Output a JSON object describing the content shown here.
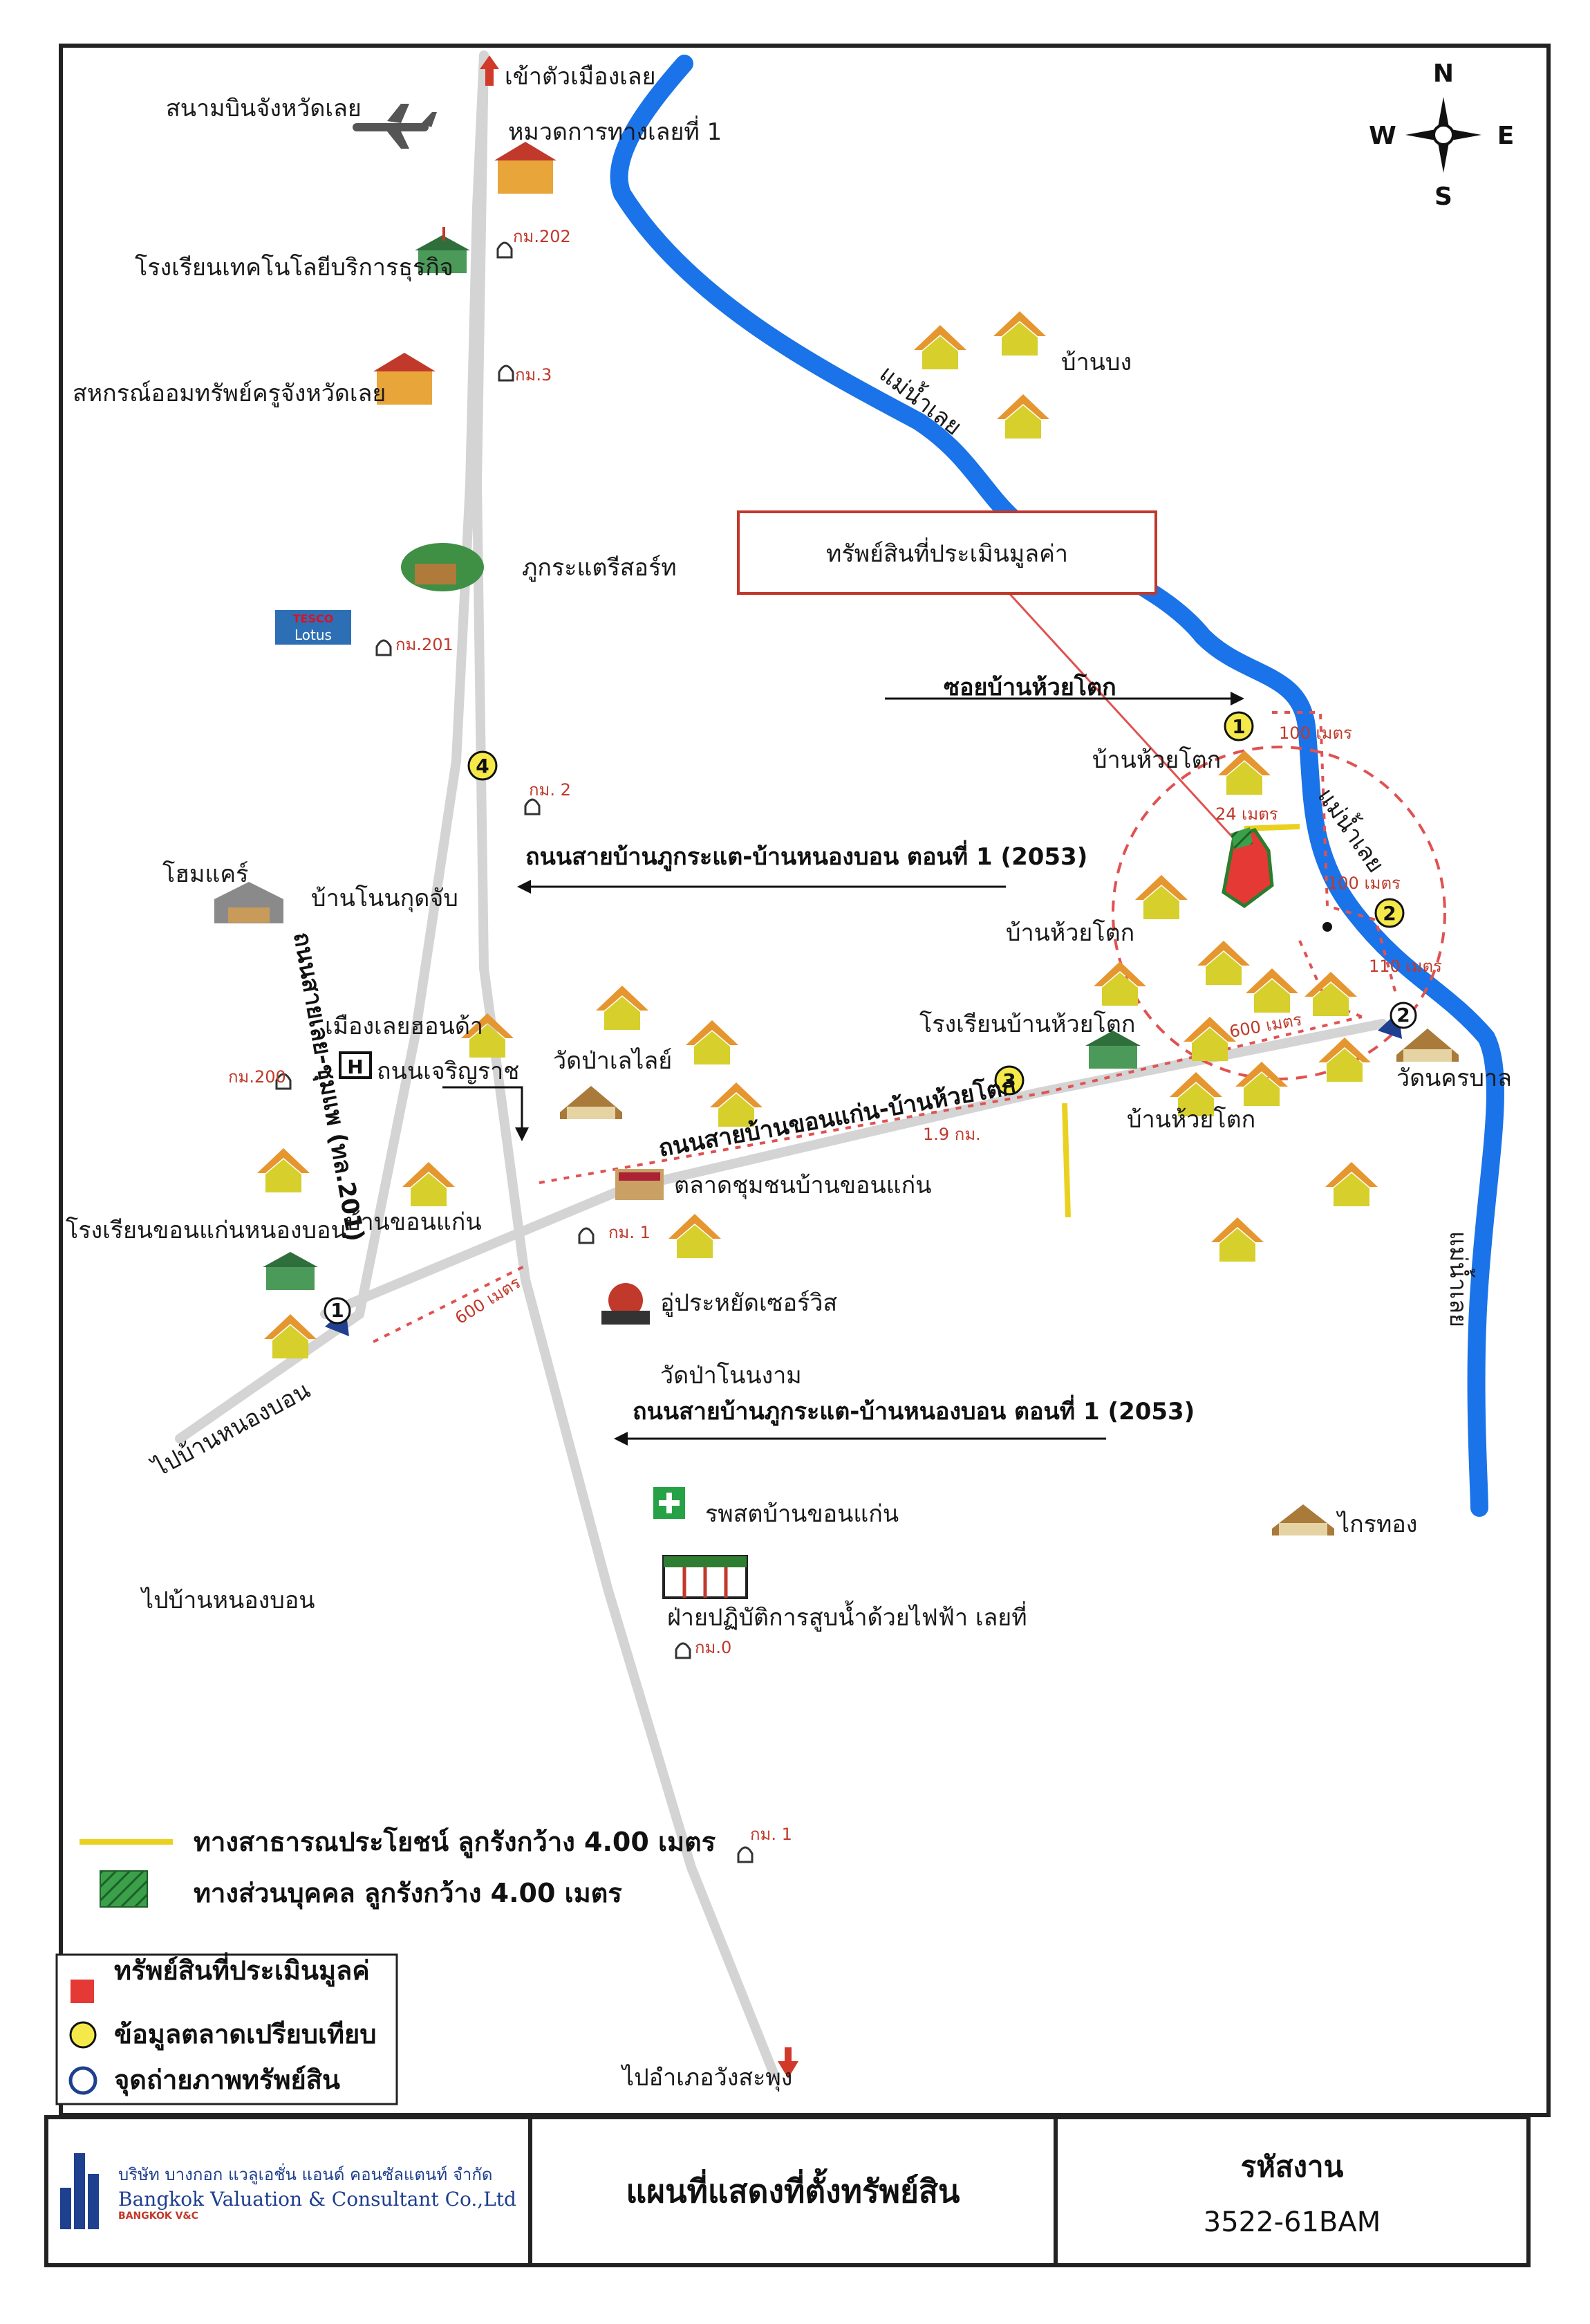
{
  "compass": {
    "n": "N",
    "s": "S",
    "w": "W",
    "e": "E"
  },
  "callout": "ทรัพย์สินที่ประเมินมูลค่า",
  "places": {
    "to_city": "เข้าตัวเมืองเลย",
    "airport": "สนามบินจังหวัดเลย",
    "highway_district": "หมวดการทางเลยที่ 1",
    "tech_school": "โรงเรียนเทคโนโลยีบริการธุรกิจ",
    "coop": "สหกรณ์ออมทรัพย์ครูจังหวัดเลย",
    "resort": "ภูกระแตรีสอร์ท",
    "lotus_top": "TESCO",
    "lotus_bottom": "Lotus",
    "river_top": "แม่น้ำเลย",
    "river_mid": "แม่น้ำเลย",
    "river_bottom": "แม่น้ำเลย",
    "ban_bong": "บ้านบง",
    "soi": "ซอยบ้านห้วยโตก",
    "huay_tok_1": "บ้านห้วยโตก",
    "huay_tok_2": "บ้านห้วยโตก",
    "huay_tok_3": "บ้านห้วยโตก",
    "home_care": "โฮมแคร์",
    "non_kudjub": "บ้านโนนกุดจับ",
    "road_north": "ถนนสายบ้านภูกระแต-บ้านหนองบอน ตอนที่ 1 (2053)",
    "road_south": "ถนนสายบ้านภูกระแต-บ้านหนองบอน ตอนที่ 1 (2053)",
    "highway_vert": "ถนนสายเลย-ชุมแพ (ทล.201)",
    "loei_honda": "เมืองเลยฮอนด้า",
    "chareon": "ถนนเจริญราช",
    "wat_palai": "วัดป่าเลไลย์",
    "huay_tok_school": "โรงเรียนบ้านห้วยโตก",
    "wat_nakhon": "วัดนครบาล",
    "road_khonkaen": "ถนนสายบ้านขอนแก่น-บ้านห้วยโตก",
    "market": "ตลาดชุมชนบ้านขอนแก่น",
    "school_nongbon": "โรงเรียนขอนแก่นหนองบอน",
    "ban_khonkaen": "บ้านขอนแก่น",
    "garage": "อู่ประหยัดเซอร์วิส",
    "wat_nonngam": "วัดป่าโนนงาม",
    "to_nongbon_1": "ไปบ้านหนองบอน",
    "to_nongbon_2": "ไปบ้านหนองบอน",
    "hospital": "รพสตบ้านขอนแก่น",
    "pump": "ฝ่ายปฏิบัติการสูบน้ำด้วยไฟฟ้า เลยที่",
    "krai_thong": "ไกรทอง",
    "to_wangsaphung": "ไปอำเภอวังสะพุง"
  },
  "km_markers": [
    "กม.202",
    "กม.3",
    "กม.201",
    "กม. 2",
    "กม.200",
    "กม. 1",
    "กม.0",
    "กม. 1"
  ],
  "distances": [
    "100 เมตร",
    "24 เมตร",
    "100 เมตร",
    "110 เมตร",
    "600 เมตร",
    "1.9 กม.",
    "600 เมตร"
  ],
  "comparable_points": [
    "1",
    "2",
    "3",
    "4"
  ],
  "photo_points": [
    "1",
    "2"
  ],
  "legend": {
    "public_way": "ทางสาธารณประโยชน์ ลูกรังกว้าง 4.00 เมตร",
    "private_way": "ทางส่วนบุคคล ลูกรังกว้าง 4.00 เมตร",
    "subject": "ทรัพย์สินที่ประเมินมูลค่",
    "comparable": "ข้อมูลตลาดเปรียบเทียบ",
    "photo": "จุดถ่ายภาพทรัพย์สิน"
  },
  "footer": {
    "company_th": "บริษัท บางกอก แวลูเอชั่น แอนด์ คอนซัลแตนท์ จำกัด",
    "company_en": "Bangkok Valuation & Consultant Co.,Ltd",
    "brand": "BANGKOK V&C",
    "title": "แผนที่แสดงที่ตั้งทรัพย์สิน",
    "code_label": "รหัสงาน",
    "code_value": "3522-61BAM"
  },
  "colors": {
    "river": "#1a73e8",
    "road": "#c7c7c7",
    "house": "#d6cf2c",
    "subject": "#e53935",
    "frame": "#222222"
  }
}
